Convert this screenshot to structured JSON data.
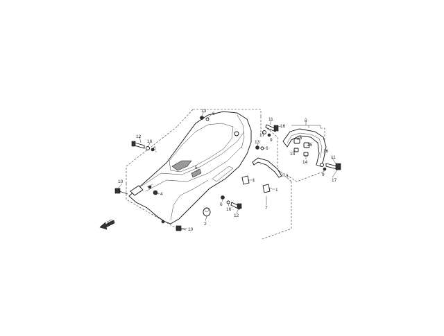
{
  "diagram": {
    "callouts": [
      {
        "id": "c13a",
        "text": "13"
      },
      {
        "id": "c6a",
        "text": "6"
      },
      {
        "id": "c12a",
        "text": "12"
      },
      {
        "id": "c16a",
        "text": "16"
      },
      {
        "id": "c6b",
        "text": "6"
      },
      {
        "id": "c11a",
        "text": "11"
      },
      {
        "id": "c16b",
        "text": "16"
      },
      {
        "id": "c17a",
        "text": "17"
      },
      {
        "id": "c9a",
        "text": "9"
      },
      {
        "id": "c8",
        "text": "8"
      },
      {
        "id": "c15a",
        "text": "15"
      },
      {
        "id": "c15b",
        "text": "15"
      },
      {
        "id": "c14a",
        "text": "14"
      },
      {
        "id": "c14b",
        "text": "14"
      },
      {
        "id": "c13b",
        "text": "13"
      },
      {
        "id": "c6c",
        "text": "6"
      },
      {
        "id": "c16c",
        "text": "16"
      },
      {
        "id": "c11b",
        "text": "11"
      },
      {
        "id": "c9b",
        "text": "9"
      },
      {
        "id": "c17b",
        "text": "17"
      },
      {
        "id": "c5",
        "text": "5"
      },
      {
        "id": "c3",
        "text": "3"
      },
      {
        "id": "c1a",
        "text": "1"
      },
      {
        "id": "c1b",
        "text": "1"
      },
      {
        "id": "c7",
        "text": "7"
      },
      {
        "id": "c10a",
        "text": "10"
      },
      {
        "id": "c4",
        "text": "4"
      },
      {
        "id": "c6d",
        "text": "6"
      },
      {
        "id": "c16d",
        "text": "16"
      },
      {
        "id": "c12b",
        "text": "12"
      },
      {
        "id": "c2",
        "text": "2"
      },
      {
        "id": "c10b",
        "text": "10"
      }
    ],
    "front_label": "FR."
  }
}
